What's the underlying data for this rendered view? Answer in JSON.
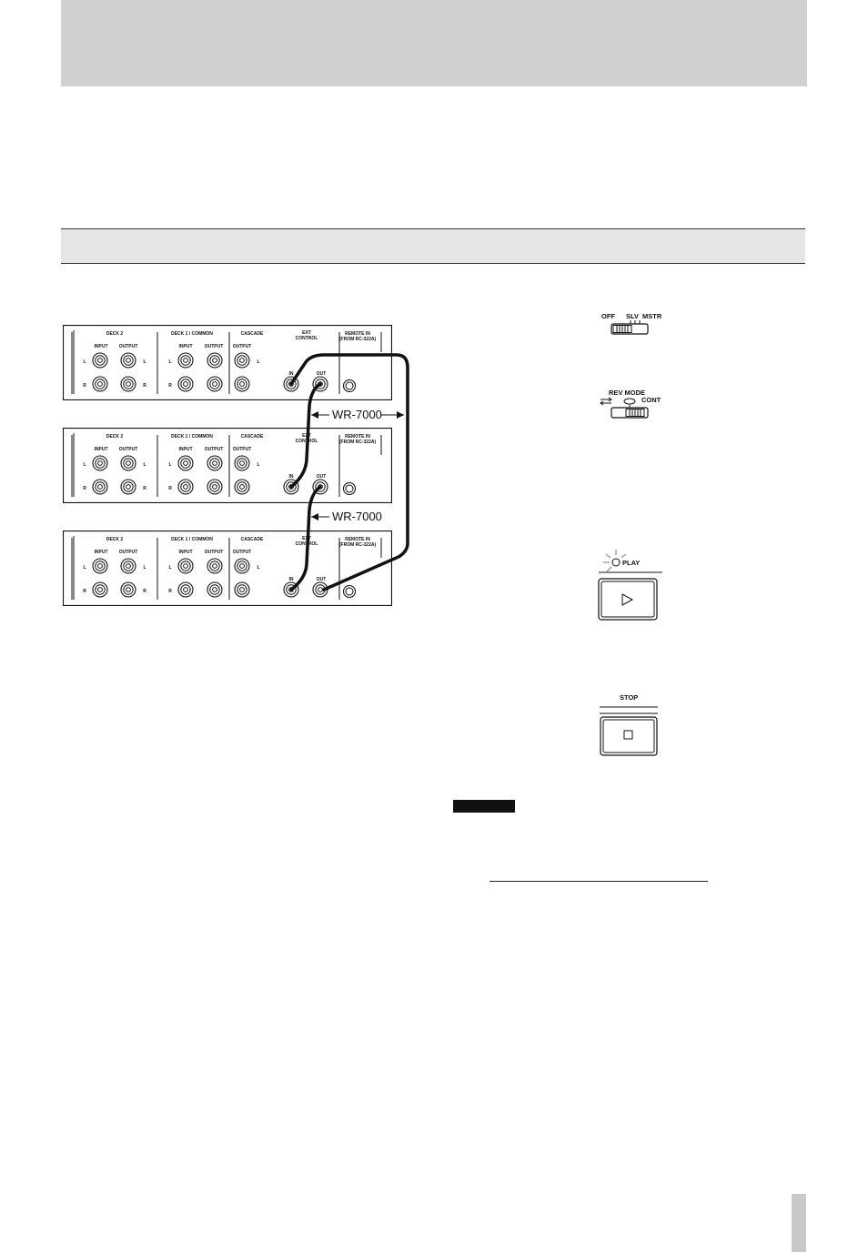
{
  "decks": [
    {
      "deck2": "DECK 2",
      "deck1": "DECK 1 / COMMON",
      "cascade": "CASCADE",
      "ext_control_1": "EXT",
      "ext_control_2": "CONTROL",
      "remote_1": "REMOTE IN",
      "remote_2": "(FROM RC-322A)",
      "input": "INPUT",
      "output": "OUTPUT",
      "left": "L",
      "right": "R",
      "in": "IN",
      "out": "OUT"
    },
    {
      "deck2": "DECK 2",
      "deck1": "DECK 1 / COMMON",
      "cascade": "CASCADE",
      "ext_control_1": "EXT",
      "ext_control_2": "CONTROL",
      "remote_1": "REMOTE IN",
      "remote_2": "(FROM RC-322A)",
      "input": "INPUT",
      "output": "OUTPUT",
      "left": "L",
      "right": "R",
      "in": "IN",
      "out": "OUT"
    },
    {
      "deck2": "DECK 2",
      "deck1": "DECK 1 / COMMON",
      "cascade": "CASCADE",
      "ext_control_1": "EXT",
      "ext_control_2": "CONTROL",
      "remote_1": "REMOTE IN",
      "remote_2": "(FROM RC-322A)",
      "input": "INPUT",
      "output": "OUTPUT",
      "left": "L",
      "right": "R",
      "in": "IN",
      "out": "OUT"
    }
  ],
  "cables": {
    "top_label": "WR-7000",
    "bottom_label": "WR-7000"
  },
  "controls": {
    "sync_switch": {
      "off": "OFF",
      "slv": "SLV",
      "mstr": "MSTR"
    },
    "rev_mode_switch": {
      "title": "REV MODE",
      "cont": "CONT"
    },
    "play_button": {
      "label": "PLAY"
    },
    "stop_button": {
      "label": "STOP"
    }
  }
}
